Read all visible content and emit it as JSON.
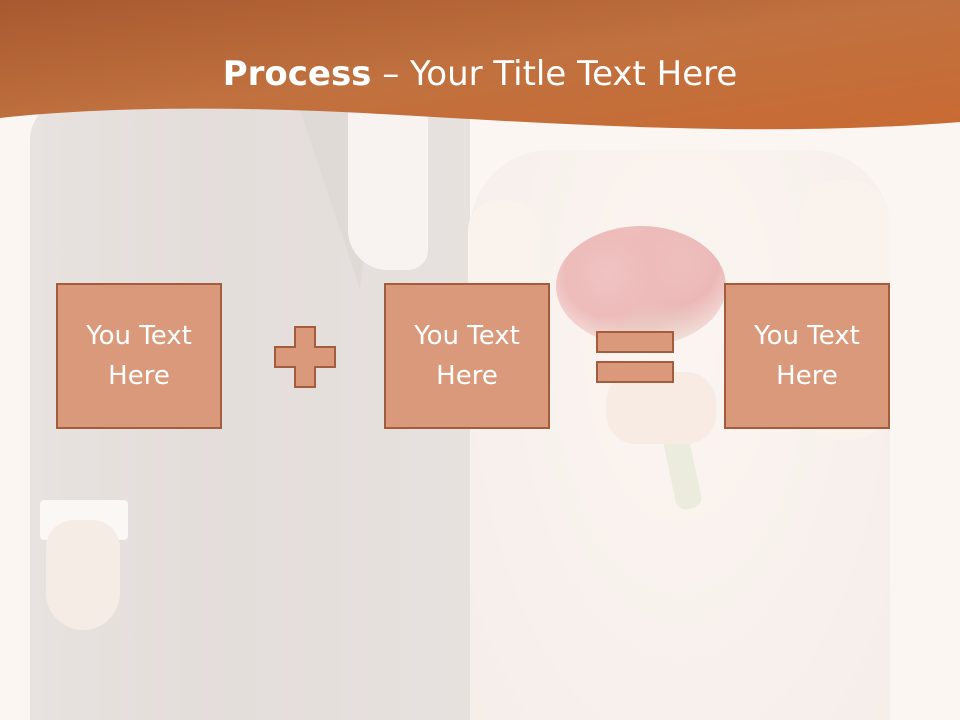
{
  "slide": {
    "title_bold": "Process",
    "title_rest": " – Your Title Text Here",
    "colors": {
      "banner": "#b96a3e",
      "box_fill": "#d9997a",
      "box_border": "#a35d3c",
      "background": "#fbf6f3"
    }
  },
  "process": {
    "boxes": [
      {
        "label": "You Text\nHere"
      },
      {
        "label": "You Text\nHere"
      },
      {
        "label": "You Text\nHere"
      }
    ],
    "operators": [
      {
        "icon": "plus-icon"
      },
      {
        "icon": "equals-icon"
      }
    ]
  }
}
